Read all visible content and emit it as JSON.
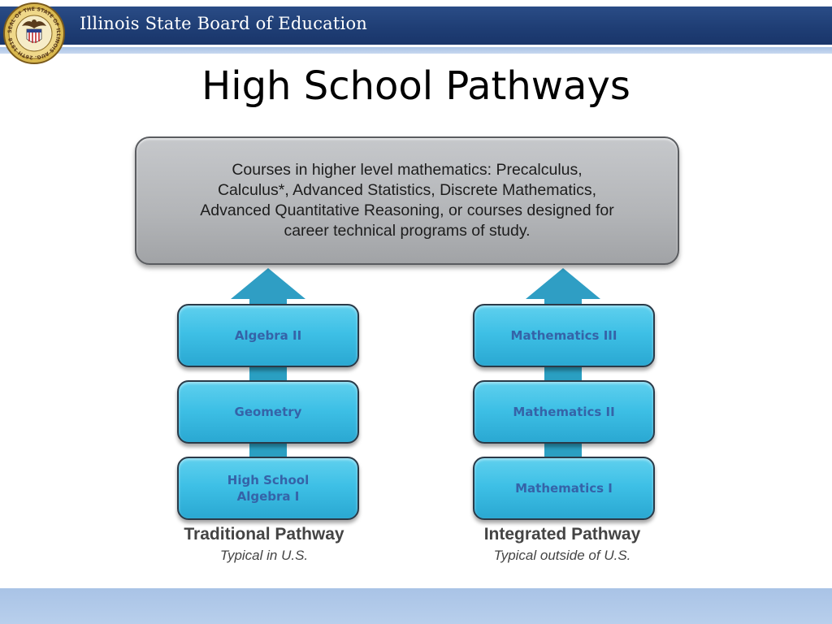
{
  "header": {
    "title": "Illinois  State Board of Education",
    "seal_label": "SEAL OF THE STATE OF ILLINOIS AUG. 26TH 1818"
  },
  "page_title": "High School Pathways",
  "top_box": {
    "lines": [
      "Courses in higher level mathematics: Precalculus,",
      "Calculus*, Advanced Statistics, Discrete Mathematics,",
      "Advanced Quantitative Reasoning, or courses designed for",
      "career technical programs of study."
    ]
  },
  "pathways": [
    {
      "label": "Traditional Pathway",
      "subtitle": "Typical in U.S.",
      "steps": [
        "Algebra II",
        "Geometry",
        "High School\nAlgebra I"
      ]
    },
    {
      "label": "Integrated Pathway",
      "subtitle": "Typical outside of U.S.",
      "steps": [
        "Mathematics III",
        "Mathematics II",
        "Mathematics I"
      ]
    }
  ],
  "colors": {
    "header_bar": "#1f3e75",
    "header_underline": "#b8cfec",
    "step_fill": "#3ec0e6",
    "step_text": "#3563a8",
    "arrow": "#2f9ec4",
    "top_box_fill": "#b3b5b8"
  },
  "icons": {
    "seal": "illinois-state-seal-icon",
    "arrow": "up-arrow-icon"
  }
}
